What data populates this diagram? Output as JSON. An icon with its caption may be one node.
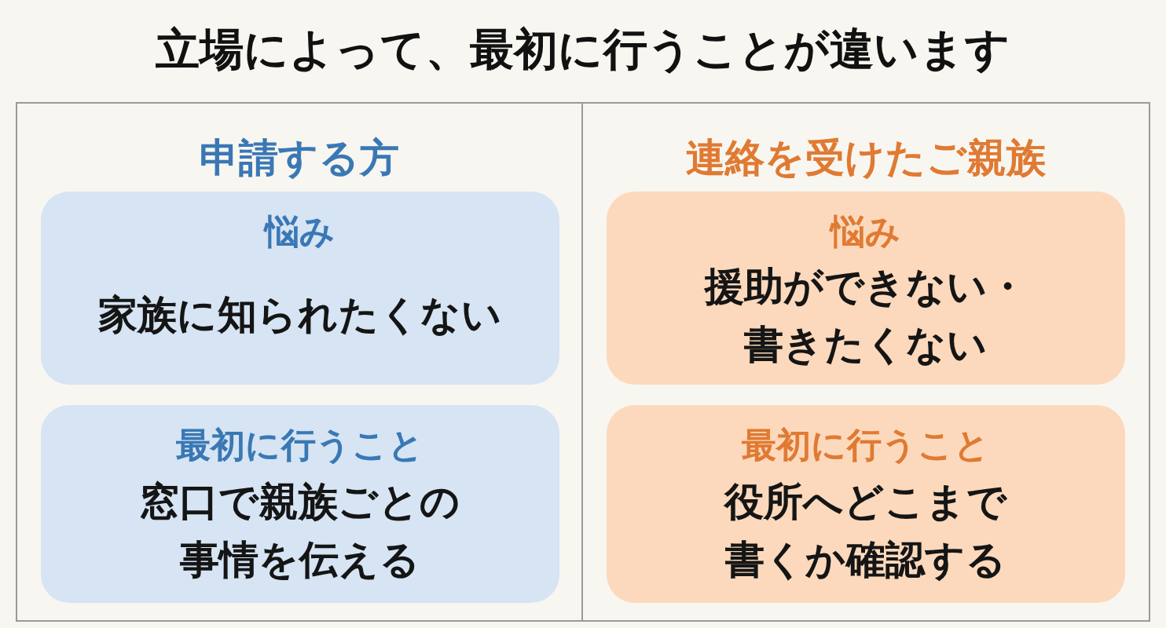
{
  "diagram": {
    "title": "立場によって、最初に行うことが違います",
    "nodes": [
      {
        "text": [
          "申請する方"
        ]
      },
      {
        "text": [
          "悩み",
          "家族に知られたくない"
        ],
        "in": 0
      },
      {
        "text": [
          "最初に行うこと",
          "窓口で親族ごとの事情を伝える"
        ],
        "in": 0
      },
      {
        "text": [
          "連絡を受けたご親族"
        ]
      },
      {
        "text": [
          "悩み",
          "援助ができない・書きたくない"
        ],
        "in": 3
      },
      {
        "text": [
          "最初に行うこと",
          "役所へどこまで書くか確認する"
        ],
        "in": 3
      }
    ],
    "edges": []
  }
}
